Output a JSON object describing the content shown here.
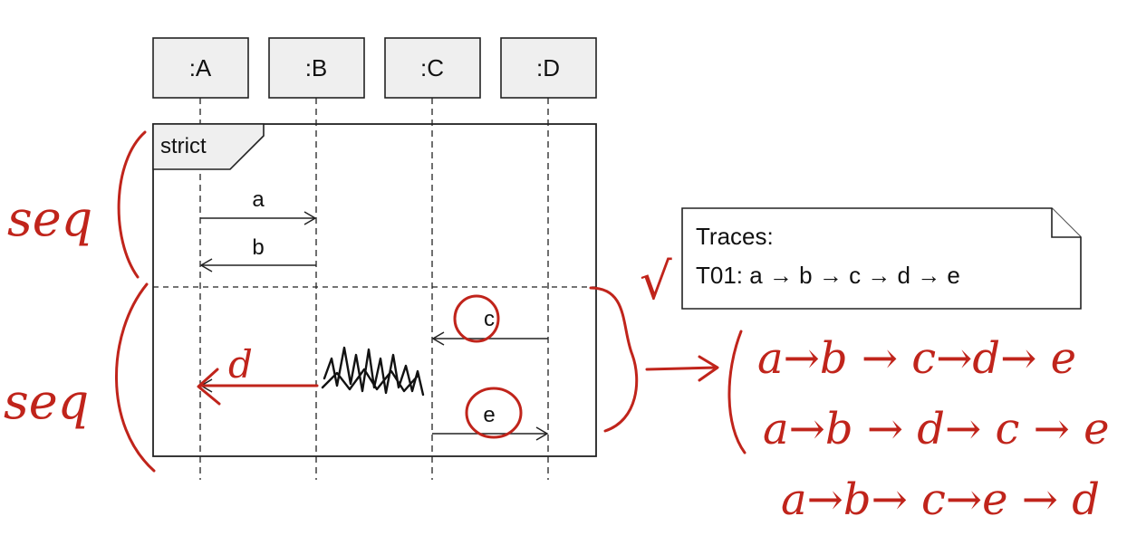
{
  "lifelines": [
    {
      "id": "A",
      "label": ":A"
    },
    {
      "id": "B",
      "label": ":B"
    },
    {
      "id": "C",
      "label": ":C"
    },
    {
      "id": "D",
      "label": ":D"
    }
  ],
  "fragment": {
    "operator": "strict",
    "operands": [
      {
        "messages": [
          {
            "label": "a",
            "from": "A",
            "to": "B"
          },
          {
            "label": "b",
            "from": "B",
            "to": "A"
          }
        ]
      },
      {
        "messages": [
          {
            "label": "c",
            "from": "D",
            "to": "C"
          },
          {
            "label": "d",
            "from": "B",
            "to": "A",
            "label_scribbled_out": true
          },
          {
            "label": "e",
            "from": "C",
            "to": "D"
          }
        ]
      }
    ]
  },
  "note": {
    "line1": "Traces:",
    "line2": "T01: a → b → c → d → e"
  },
  "annotations": {
    "brace_label_top": "seq",
    "brace_label_bottom": "seq",
    "rewritten_label": "d",
    "check_mark": "√",
    "traces": [
      "a→b → c→d→ e",
      "a→b → d→ c → e",
      "a→b→ c→e → d"
    ]
  },
  "colors": {
    "ink": "#c0241b",
    "box_fill": "#efefef",
    "line": "#222222"
  }
}
